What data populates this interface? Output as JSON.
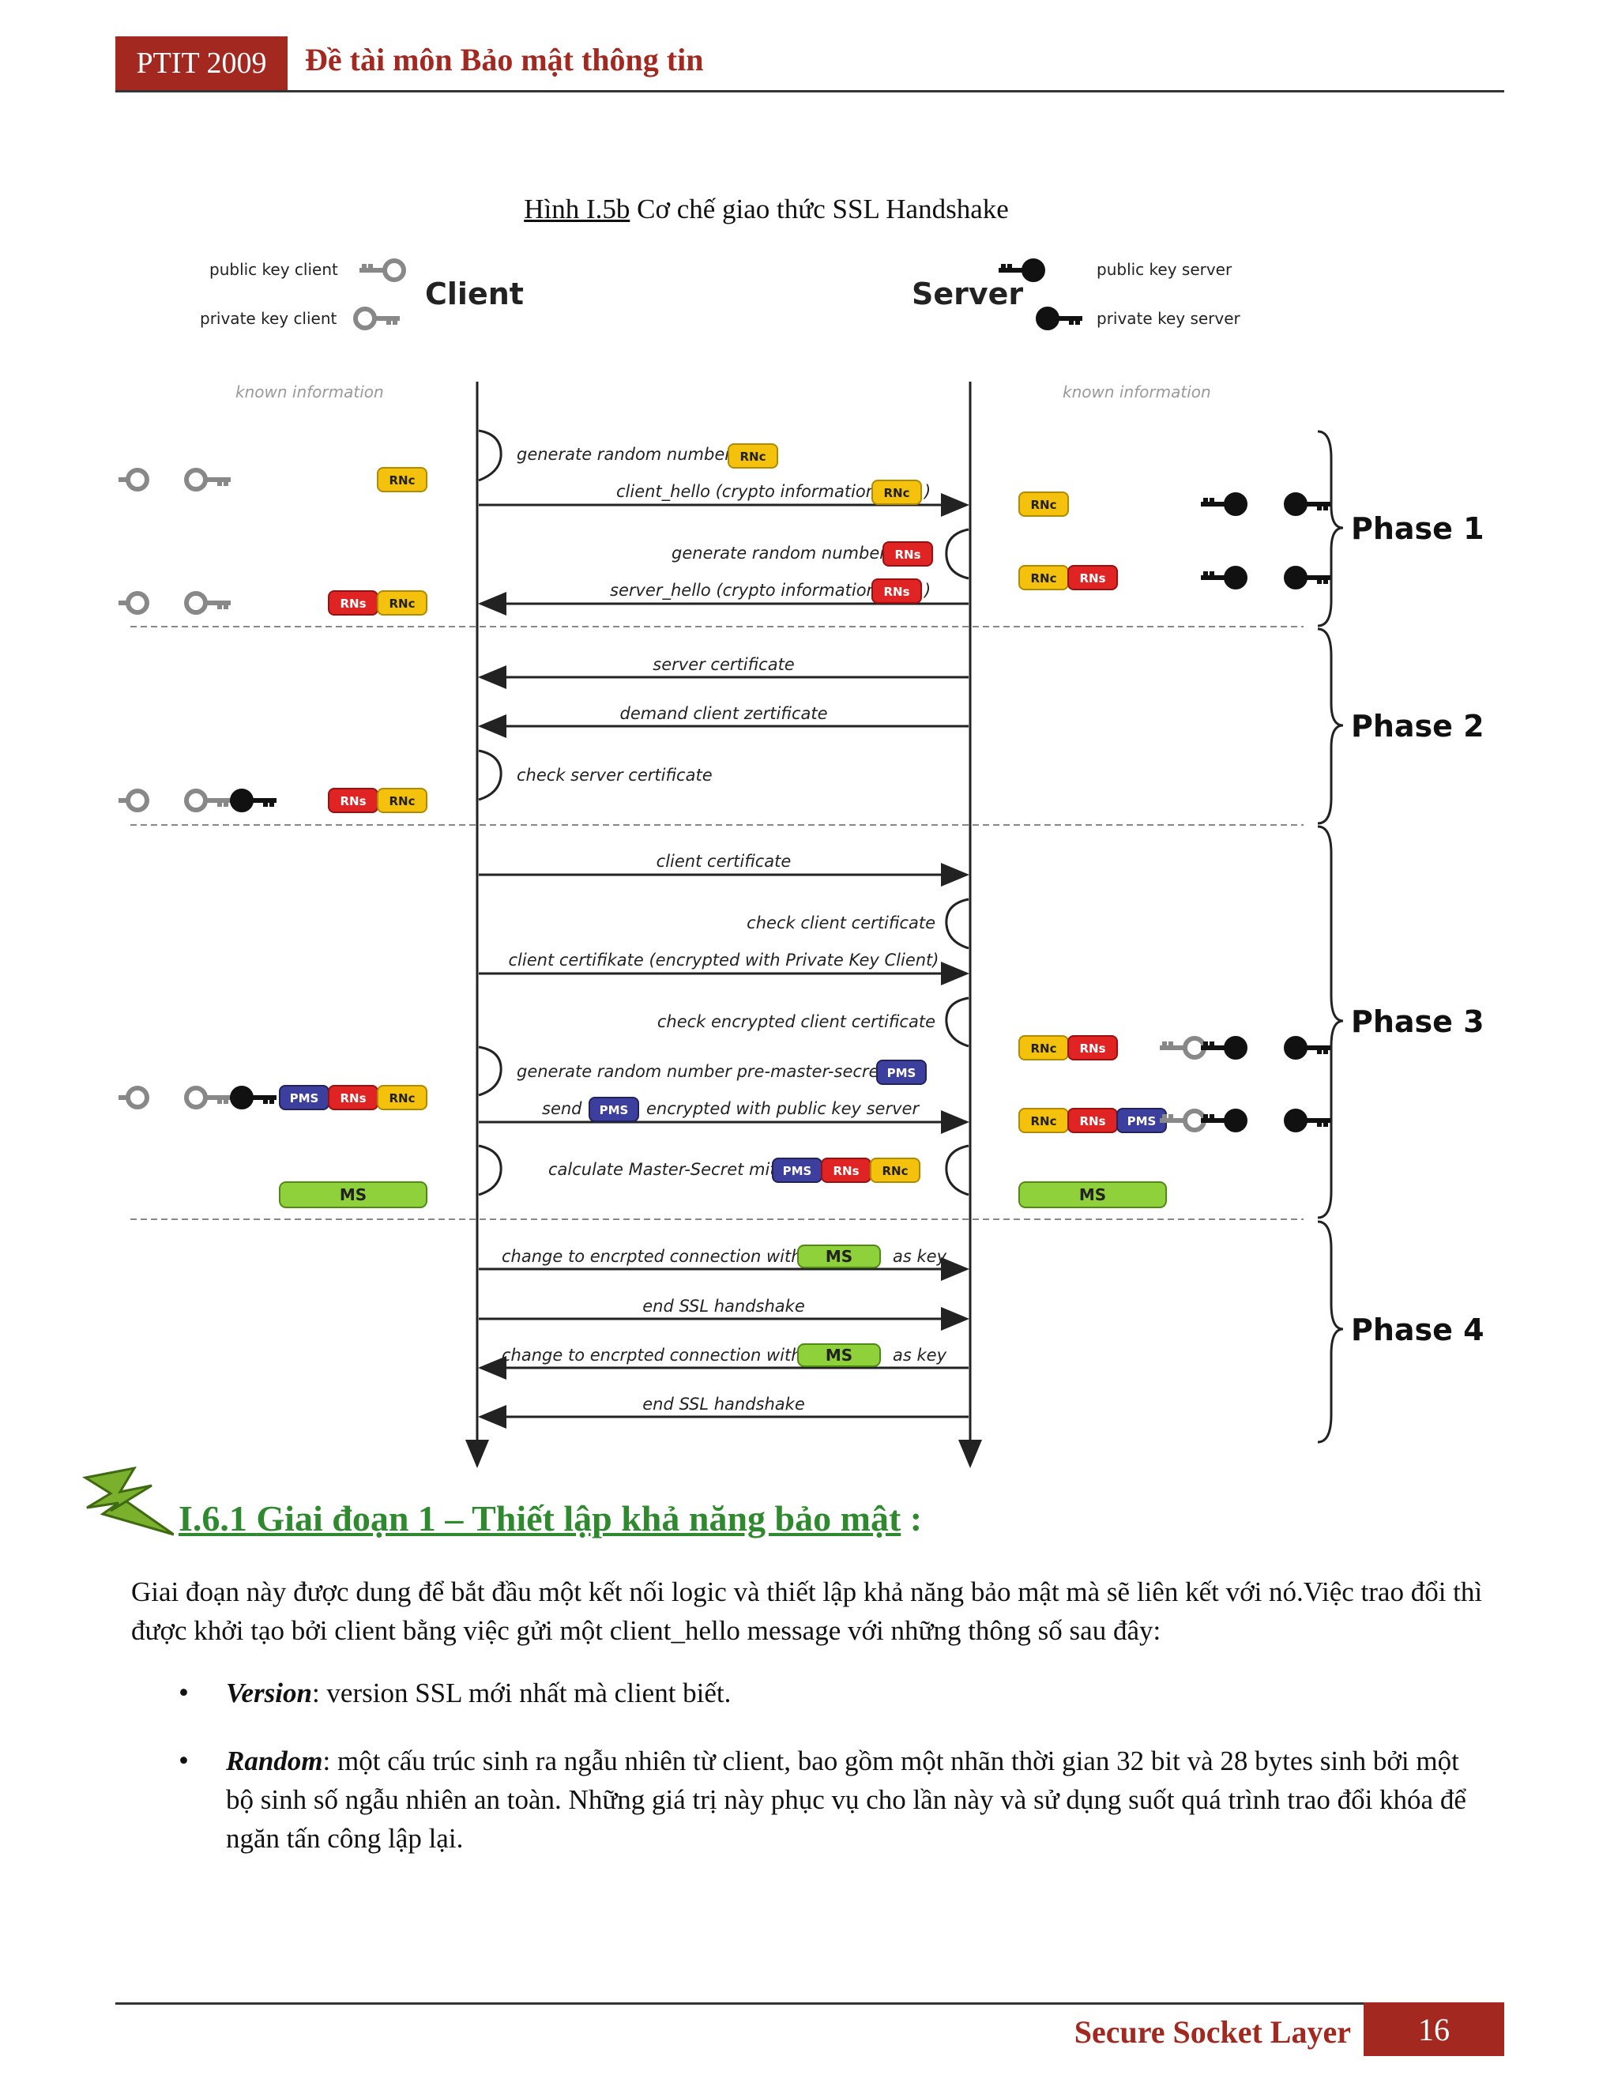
{
  "header": {
    "org": "PTIT 2009",
    "title": "Đề tài môn Bảo mật thông tin"
  },
  "caption": {
    "label": "Hình I.5b",
    "text": " Cơ chế giao thức SSL Handshake"
  },
  "diagram": {
    "client_title": "Client",
    "server_title": "Server",
    "public_key_client": "public key client",
    "private_key_client": "private key client",
    "public_key_server": "public key server",
    "private_key_server": "private key server",
    "known_information": "known information",
    "phases": [
      "Phase 1",
      "Phase 2",
      "Phase 3",
      "Phase 4"
    ],
    "tokens": {
      "rnc": "RNc",
      "rns": "RNs",
      "pms": "PMS",
      "ms": "MS"
    },
    "messages": {
      "gen_rnc": "generate random number",
      "client_hello": "client_hello (crypto information,",
      "gen_rns": "generate random number",
      "server_hello": "server_hello (crypto information,",
      "close_paren": ")",
      "server_certificate": "server certificate",
      "demand_client": "demand client zertificate",
      "check_server": "check server certificate",
      "client_certificate": "client certificate",
      "check_client": "check client certificate",
      "client_certifikate": "client certifikate (encrypted with Private Key Client)",
      "check_encrypted": "check encrypted client certificate",
      "gen_pms": "generate random number pre-master-secret",
      "send": "send",
      "encrypted_with": "encrypted with public key server",
      "calc_master": "calculate Master-Secret mit",
      "change_to": "change to encrpted connection with",
      "as_key": "as key",
      "end_handshake": "end SSL handshake"
    }
  },
  "section": {
    "number": "I.6.1",
    "title": "Giai đoạn 1 – Thiết lập khả năng bảo mật",
    "suffix": " :"
  },
  "body": {
    "intro": "Giai đoạn này được dung để bắt đầu một kết nối logic và thiết lập khả năng bảo mật mà sẽ liên kết với nó.Việc trao đổi thì được khởi tạo bởi client bằng việc gửi một client_hello message với những thông số sau đây:",
    "bullets": [
      {
        "term": "Version",
        "text": ": version SSL mới nhất mà client biết."
      },
      {
        "term": "Random",
        "text": ": một cấu trúc sinh ra ngẫu nhiên từ client, bao gồm một nhãn thời gian 32 bit và 28 bytes sinh bởi một bộ sinh số ngẫu nhiên an toàn. Những giá trị này phục vụ cho lần này và sử dụng suốt quá trình trao đổi khóa để ngăn tấn công lập lại."
      }
    ]
  },
  "footer": {
    "label": "Secure Socket Layer",
    "page": "16"
  },
  "colors": {
    "brand": "#a22820",
    "heading": "#2f8a2f",
    "rnc": "#f4c20d",
    "rns": "#e02424",
    "pms": "#3d3f9e",
    "ms": "#8fd13a"
  }
}
